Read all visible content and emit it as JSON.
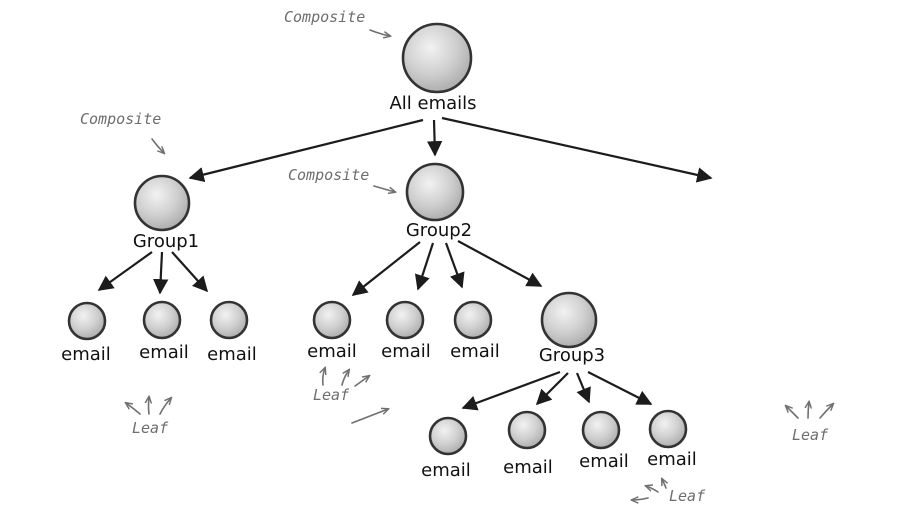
{
  "nodes": {
    "root": "All emails",
    "group1": "Group1",
    "group2": "Group2",
    "group3": "Group3",
    "email": "email"
  },
  "annotations": {
    "composite": "Composite",
    "leaf": "Leaf"
  },
  "colors": {
    "node_fill_light": "#f2f2f2",
    "node_fill_dark": "#a9a9a9",
    "node_stroke": "#333333",
    "edge": "#1c1c1c",
    "annotation": "#6e6e6e"
  }
}
